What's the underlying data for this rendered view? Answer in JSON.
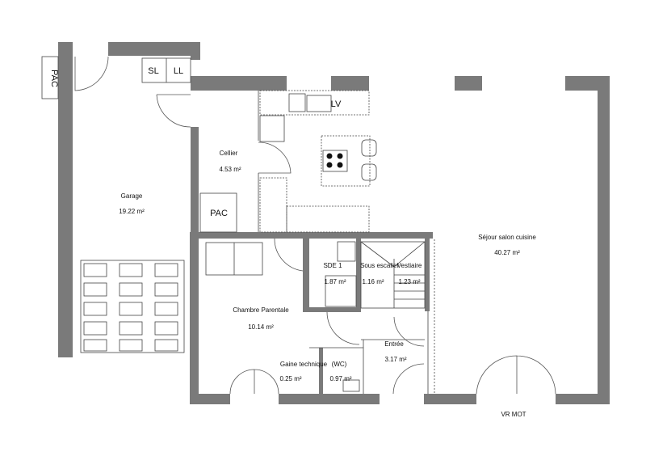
{
  "plan": {
    "rooms": {
      "garage": {
        "name": "Garage",
        "area": "19.22 m²"
      },
      "cellier": {
        "name": "Cellier",
        "area": "4.53 m²"
      },
      "sejour": {
        "name": "Séjour salon cuisine",
        "area": "40.27 m²"
      },
      "sde1": {
        "name": "SDE 1",
        "area": "1.87 m²"
      },
      "sous_escalier": {
        "name": "Sous escalier",
        "area": "1.16 m²"
      },
      "vestiaire": {
        "name": "Vestiaire",
        "area": "1.23 m²"
      },
      "chambre": {
        "name": "Chambre Parentale",
        "area": "10.14 m²"
      },
      "entree": {
        "name": "Entrée",
        "area": "3.17 m²"
      },
      "gaine": {
        "name": "Gaine technique",
        "area": "0.25 m²"
      },
      "wc": {
        "name": "(WC)",
        "area": "0.97 m²"
      }
    },
    "equipment": {
      "pac_outside": "PAC",
      "pac_inside": "PAC",
      "sl": "SL",
      "ll": "LL",
      "lv": "LV",
      "vr_mot": "VR MOT"
    }
  }
}
